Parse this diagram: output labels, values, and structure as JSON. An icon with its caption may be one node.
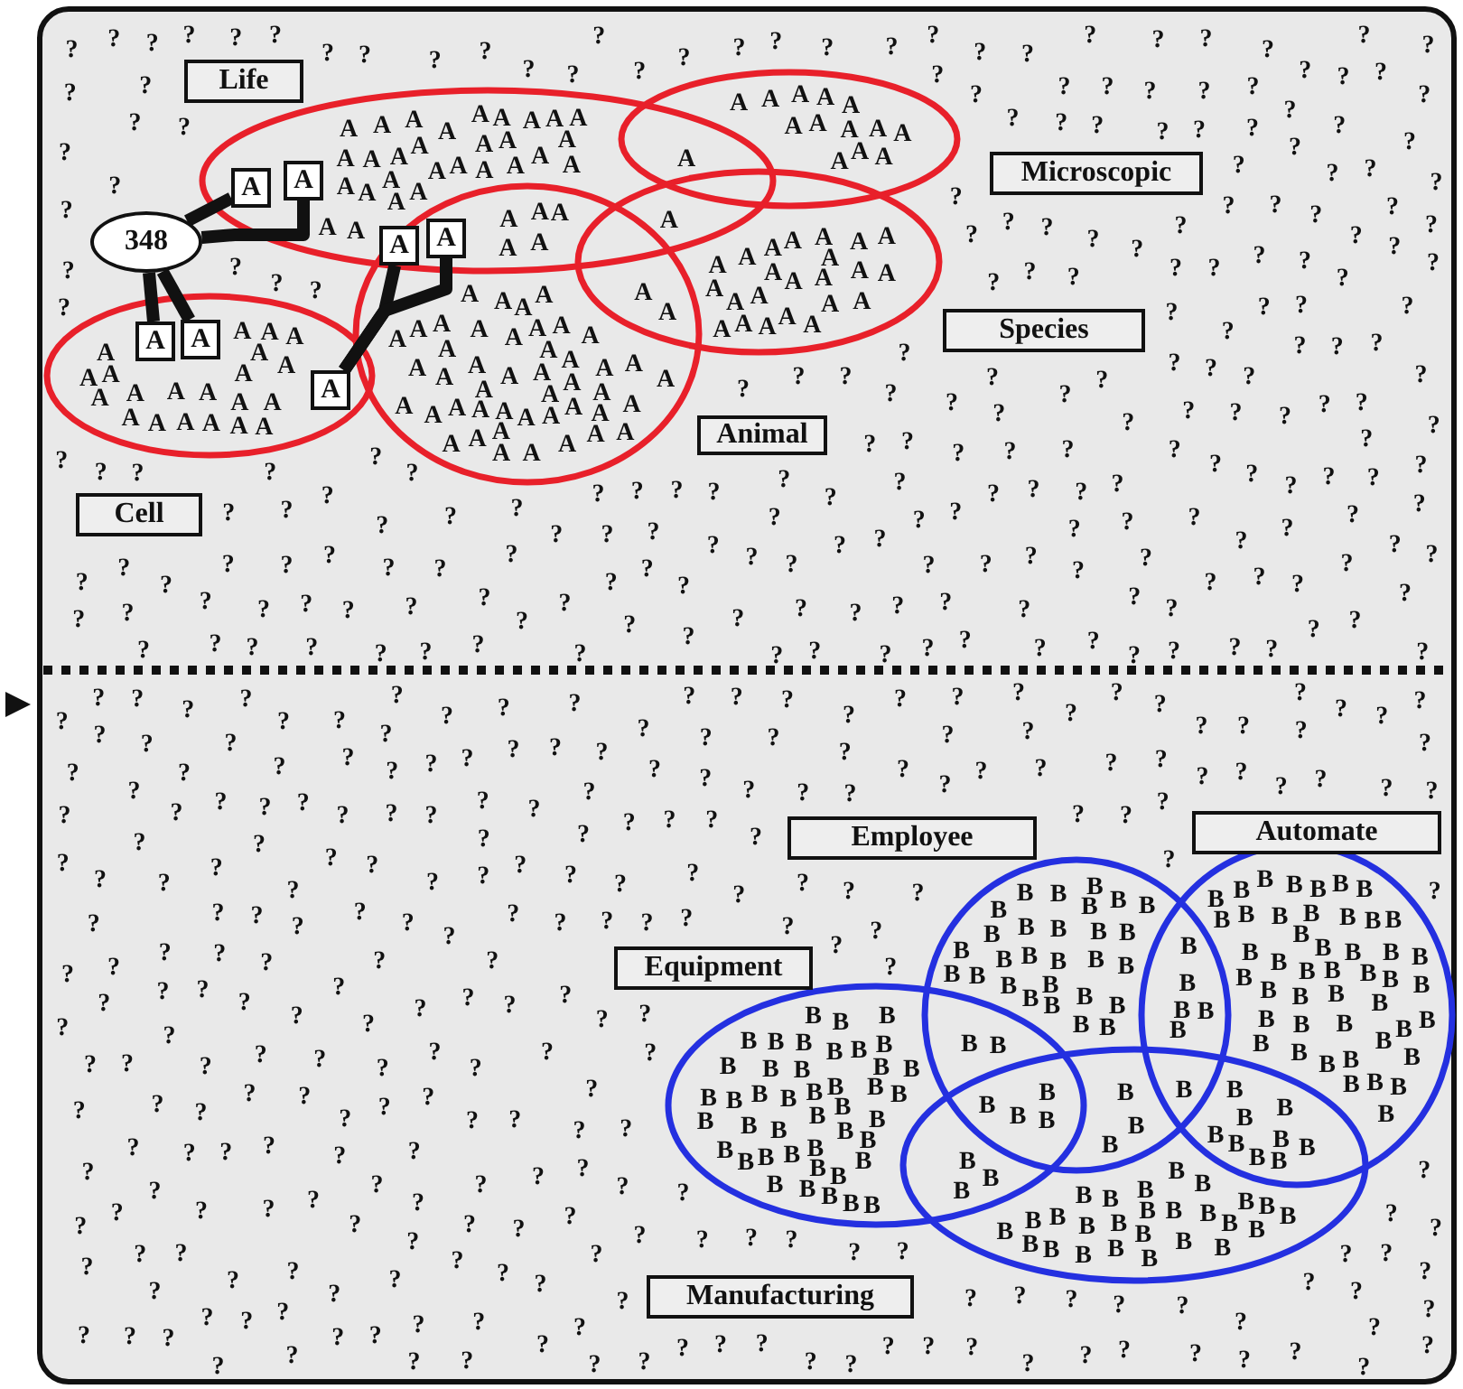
{
  "diagram": {
    "nodes": [
      {
        "text": [
          "Life"
        ]
      },
      {
        "text": [
          "Microscopic"
        ]
      },
      {
        "text": [
          "Species"
        ]
      },
      {
        "text": [
          "Animal"
        ]
      },
      {
        "text": [
          "Cell"
        ]
      },
      {
        "text": [
          "Employee"
        ]
      },
      {
        "text": [
          "Automate"
        ]
      },
      {
        "text": [
          "Equipment"
        ]
      },
      {
        "text": [
          "Manufacturing"
        ]
      },
      {
        "text": [
          "348"
        ]
      },
      {
        "text": [
          "A"
        ]
      },
      {
        "text": [
          "A"
        ]
      },
      {
        "text": [
          "A"
        ]
      },
      {
        "text": [
          "A"
        ]
      },
      {
        "text": [
          "A"
        ]
      },
      {
        "text": [
          "A"
        ]
      },
      {
        "text": [
          "A"
        ]
      }
    ],
    "edges": [
      {
        "from": 9,
        "to": 10,
        "arrow": "none"
      },
      {
        "from": 9,
        "to": 11,
        "arrow": "none"
      },
      {
        "from": 9,
        "to": 12,
        "arrow": "none"
      },
      {
        "from": 9,
        "to": 13,
        "arrow": "none"
      },
      {
        "from": 16,
        "to": 14,
        "arrow": "none"
      },
      {
        "from": 16,
        "to": 15,
        "arrow": "none"
      }
    ],
    "labels": [
      "?",
      "?",
      "?",
      "?",
      "?",
      "?",
      "?",
      "?",
      "?",
      "?",
      "?",
      "?",
      "?",
      "?",
      "?",
      "?",
      "?",
      "?",
      "?",
      "?",
      "?",
      "?",
      "?",
      "?",
      "?",
      "?",
      "?",
      "?",
      "?",
      "?",
      "?",
      "?",
      "?",
      "?",
      "?",
      "?",
      "?",
      "?",
      "?",
      "?",
      "?",
      "?",
      "?",
      "?",
      "?",
      "?",
      "?",
      "?",
      "?",
      "?",
      "?",
      "?",
      "?",
      "?",
      "?",
      "?",
      "?",
      "?",
      "?",
      "?",
      "?",
      "?",
      "?",
      "?",
      "?",
      "?",
      "?",
      "?",
      "?",
      "?",
      "?",
      "?",
      "?",
      "?",
      "?",
      "?",
      "?",
      "?",
      "?",
      "?",
      "?",
      "?",
      "?",
      "?",
      "?",
      "?",
      "?",
      "?",
      "?",
      "?",
      "?",
      "?",
      "?",
      "?",
      "?",
      "?",
      "?",
      "?",
      "?",
      "?",
      "?",
      "?",
      "?",
      "?",
      "?",
      "?",
      "?",
      "?",
      "?",
      "?",
      "?",
      "?",
      "?",
      "?",
      "?",
      "?",
      "?",
      "?",
      "?",
      "?",
      "?",
      "?",
      "?",
      "?",
      "?",
      "?",
      "?",
      "?",
      "?",
      "?",
      "?",
      "?",
      "?",
      "?",
      "?",
      "?",
      "?",
      "?",
      "?",
      "?",
      "?",
      "?",
      "?",
      "?",
      "?",
      "?",
      "?",
      "?",
      "?",
      "?",
      "?",
      "?",
      "?",
      "?",
      "?",
      "?",
      "?",
      "?",
      "?",
      "?",
      "?",
      "?",
      "?",
      "?",
      "?",
      "?",
      "?",
      "?",
      "?",
      "?",
      "?",
      "?",
      "?",
      "?",
      "?",
      "?",
      "?",
      "?",
      "?",
      "?",
      "?",
      "?",
      "?",
      "?",
      "?",
      "?",
      "?",
      "?",
      "?",
      "?",
      "?",
      "?",
      "?",
      "?",
      "?",
      "?",
      "?",
      "?",
      "?",
      "?",
      "?",
      "?",
      "?",
      "?",
      "?",
      "?",
      "?",
      "?",
      "?",
      "?",
      "?",
      "?",
      "?",
      "?",
      "?",
      "?",
      "?",
      "?",
      "?",
      "?",
      "?",
      "?",
      "?",
      "?",
      "?",
      "?",
      "?",
      "?",
      "?",
      "?",
      "?",
      "?",
      "?",
      "?",
      "?",
      "?",
      "?",
      "?",
      "?",
      "?",
      "?",
      "?",
      "?",
      "?",
      "?",
      "?",
      "?",
      "?",
      "?",
      "?",
      "?",
      "?",
      "?",
      "?",
      "?",
      "?",
      "?",
      "?",
      "?",
      "?",
      "?",
      "?",
      "?",
      "?",
      "?",
      "?",
      "?",
      "?",
      "?",
      "?",
      "?",
      "?",
      "?",
      "?",
      "?",
      "?",
      "?",
      "?",
      "?",
      "?",
      "?",
      "?",
      "?",
      "?",
      "?",
      "?",
      "?",
      "?",
      "?",
      "?",
      "?",
      "?",
      "?",
      "?",
      "?",
      "?",
      "?",
      "?",
      "?",
      "?",
      "?",
      "?",
      "?",
      "?",
      "?",
      "?",
      "?",
      "?",
      "?",
      "?",
      "?",
      "?",
      "?",
      "?",
      "?",
      "?",
      "?",
      "?",
      "?",
      "?",
      "?",
      "?",
      "?",
      "?",
      "?",
      "?",
      "?",
      "?",
      "?",
      "?",
      "?",
      "?",
      "?",
      "?",
      "?",
      "?",
      "?",
      "?",
      "?",
      "?",
      "?",
      "?",
      "?",
      "?",
      "?",
      "?",
      "?",
      "?",
      "?",
      "?",
      "?",
      "?",
      "?",
      "?",
      "?",
      "?",
      "?",
      "?",
      "?",
      "?",
      "?",
      "?",
      "?",
      "?",
      "?",
      "?",
      "?",
      "?",
      "?",
      "?",
      "?",
      "?",
      "?",
      "?",
      "?",
      "?",
      "?",
      "?",
      "?",
      "?",
      "?",
      "?",
      "?",
      "?",
      "?",
      "?",
      "?",
      "?",
      "?",
      "?",
      "?",
      "?",
      "?",
      "?",
      "?",
      "?",
      "?",
      "?",
      "?",
      "?",
      "?",
      "?",
      "?",
      "?",
      "?",
      "?",
      "?",
      "?",
      "?",
      "?",
      "?",
      "?",
      "?",
      "?",
      "?",
      "?",
      "?",
      "?",
      "?",
      "?",
      "?",
      "?",
      "?",
      "?",
      "?",
      "?",
      "?",
      "?",
      "?",
      "?",
      "?",
      "?",
      "?",
      "?",
      "?",
      "?",
      "?",
      "?",
      "?",
      "?",
      "?",
      "?",
      "?",
      "?",
      "?",
      "?",
      "?",
      "?",
      "?",
      "?",
      "?",
      "?",
      "?",
      "?",
      "?",
      "?",
      "?",
      "?",
      "?",
      "?",
      "?",
      "?",
      "?",
      "?",
      "?",
      "?",
      "?",
      "?",
      "?",
      "?",
      "?",
      "?",
      "?",
      "?",
      "?",
      "?",
      "?",
      "?",
      "?",
      "?",
      "?",
      "?",
      "?",
      "?",
      "?",
      "?",
      "?",
      "?",
      "?",
      "?",
      "?",
      "?",
      "?",
      "?",
      "?",
      "?",
      "?",
      "?",
      "?",
      "?",
      "A",
      "A",
      "A",
      "A",
      "A",
      "A",
      "A",
      "A",
      "A",
      "A",
      "A",
      "A",
      "A",
      "A",
      "A",
      "A",
      "A",
      "A",
      "A",
      "A",
      "A",
      "A",
      "A",
      "A",
      "A",
      "A",
      "A",
      "A",
      "A",
      "A",
      "A",
      "A",
      "A",
      "A",
      "A",
      "A",
      "A",
      "A",
      "A",
      "A",
      "A",
      "A",
      "A",
      "A",
      "A",
      "A",
      "A",
      "A",
      "A",
      "A",
      "A",
      "A",
      "A",
      "A",
      "A",
      "A",
      "A",
      "A",
      "A",
      "A",
      "A",
      "A",
      "A",
      "A",
      "A",
      "A",
      "A",
      "A",
      "A",
      "A",
      "A",
      "A",
      "A",
      "A",
      "A",
      "A",
      "A",
      "A",
      "A",
      "A",
      "A",
      "A",
      "A",
      "A",
      "A",
      "A",
      "A",
      "A",
      "A",
      "A",
      "A",
      "A",
      "A",
      "A",
      "A",
      "A",
      "A",
      "A",
      "A",
      "A",
      "A",
      "A",
      "A",
      "A",
      "A",
      "A",
      "A",
      "A",
      "A",
      "A",
      "A",
      "A",
      "A",
      "A",
      "A",
      "A",
      "A",
      "A",
      "A",
      "A",
      "A",
      "A",
      "A",
      "A",
      "A",
      "A",
      "A",
      "A",
      "A",
      "A",
      "A",
      "A",
      "A",
      "A",
      "A",
      "A",
      "A",
      "A",
      "A",
      "A",
      "B",
      "B",
      "B",
      "B",
      "B",
      "B",
      "B",
      "B",
      "B",
      "B",
      "B",
      "B",
      "B",
      "B",
      "B",
      "B",
      "B",
      "B",
      "B",
      "B",
      "B",
      "B",
      "B",
      "B",
      "B",
      "B",
      "B",
      "B",
      "B",
      "B",
      "B",
      "B",
      "B",
      "B",
      "B",
      "B",
      "B",
      "B",
      "B",
      "B",
      "B",
      "B",
      "B",
      "B",
      "B",
      "B",
      "B",
      "B",
      "B",
      "B",
      "B",
      "B",
      "B",
      "B",
      "B",
      "B",
      "B",
      "B",
      "B",
      "B",
      "B",
      "B",
      "B",
      "B",
      "B",
      "B",
      "B",
      "B",
      "B",
      "B",
      "B",
      "B",
      "B",
      "B",
      "B",
      "B",
      "B",
      "B",
      "B",
      "B",
      "B",
      "B",
      "B",
      "B",
      "B",
      "B",
      "B",
      "B",
      "B",
      "B",
      "B",
      "B",
      "B",
      "B",
      "B",
      "B",
      "B",
      "B",
      "B",
      "B",
      "B",
      "B",
      "B",
      "B",
      "B",
      "B",
      "B",
      "B",
      "B",
      "B",
      "B",
      "B",
      "B",
      "B",
      "B",
      "B",
      "B",
      "B",
      "B",
      "B",
      "B",
      "B",
      "B",
      "B",
      "B",
      "B",
      "B",
      "B",
      "B",
      "B",
      "B",
      "B",
      "B",
      "B",
      "B",
      "B",
      "B",
      "B",
      "B",
      "B",
      "B",
      "B",
      "B",
      "B",
      "B",
      "B",
      "B",
      "B",
      "B",
      "B",
      "B",
      "B",
      "B",
      "B",
      "B",
      "B",
      "B",
      "B",
      "B",
      "B",
      "B",
      "B",
      "B",
      "B",
      "B",
      "B",
      "B",
      "B",
      "B",
      "B"
    ]
  }
}
